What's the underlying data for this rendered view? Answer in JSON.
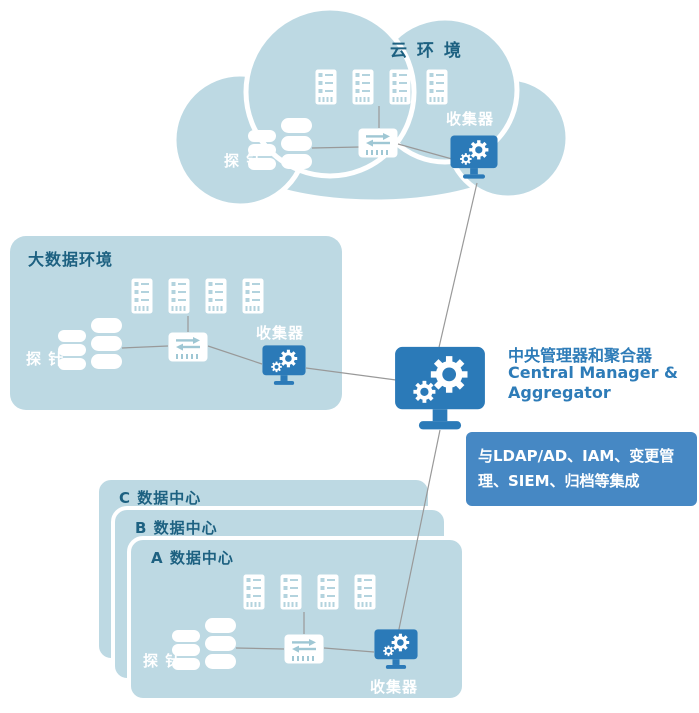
{
  "cloud": {
    "title": "云 环 境",
    "probe_label": "探 针",
    "collector_label": "收集器"
  },
  "bigdata": {
    "title": "大数据环境",
    "probe_label": "探 针",
    "collector_label": "收集器"
  },
  "datacenters": {
    "c_title": "C 数据中心",
    "b_title": "B 数据中心",
    "a_title": "A 数据中心",
    "probe_label": "探 针",
    "collector_label": "收集器"
  },
  "central": {
    "title_zh": "中央管理器和聚合器",
    "title_en_1": "Central Manager &",
    "title_en_2": "Aggregator"
  },
  "integration": {
    "line1": "与LDAP/AD、IAM、变更管",
    "line2": "理、SIEM、归档等集成"
  },
  "colors": {
    "container_fill": "#bdd9e3",
    "icon_blue": "#2b7ab8",
    "title_text": "#1d6181",
    "central_text": "#2e7cb8",
    "integration_bg": "#4688c4",
    "connector_line": "#999999"
  }
}
